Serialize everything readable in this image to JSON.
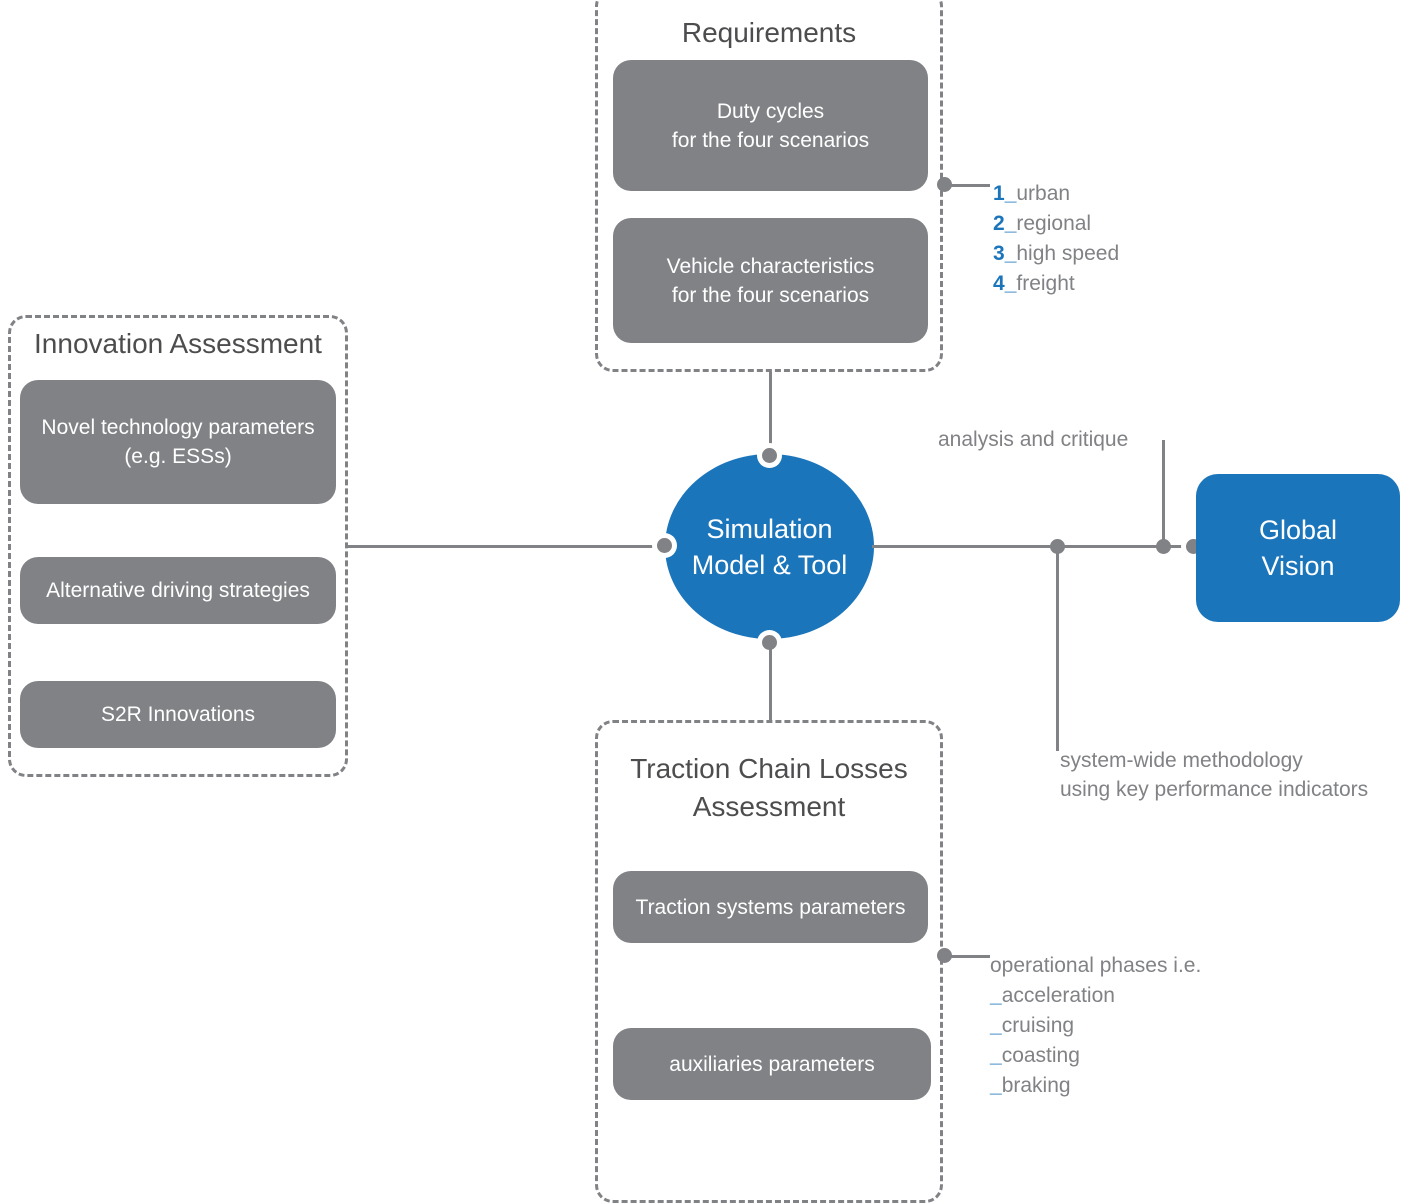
{
  "diagram": {
    "title_text_color": "#4d4d4f",
    "accent_blue": "#1b75bb",
    "neutral_gray": "#808285"
  },
  "groups": {
    "requirements": {
      "title": "Requirements",
      "items": [
        {
          "label": "Duty cycles\nfor the four scenarios"
        },
        {
          "label": "Vehicle characteristics\nfor the four scenarios"
        }
      ]
    },
    "innovation": {
      "title": "Innovation Assessment",
      "items": [
        {
          "label": "Novel technology parameters\n(e.g. ESSs)"
        },
        {
          "label": "Alternative driving strategies"
        },
        {
          "label": "S2R Innovations"
        }
      ]
    },
    "traction": {
      "title": "Traction Chain Losses\nAssessment",
      "items": [
        {
          "label": "Traction systems parameters"
        },
        {
          "label": "auxiliaries parameters"
        }
      ]
    }
  },
  "nodes": {
    "center": {
      "label": "Simulation\nModel & Tool"
    },
    "output": {
      "label": "Global\nVision"
    }
  },
  "annotations": {
    "analysis": "analysis and critique",
    "methodology": "system-wide methodology\nusing key performance indicators",
    "scenarios": {
      "heading": null,
      "items": [
        {
          "num": "1",
          "sep": "_",
          "text": "urban"
        },
        {
          "num": "2",
          "sep": "_",
          "text": "regional"
        },
        {
          "num": "3",
          "sep": "_",
          "text": "high speed"
        },
        {
          "num": "4",
          "sep": "_",
          "text": "freight"
        }
      ]
    },
    "phases": {
      "heading": "operational phases i.e.",
      "items": [
        {
          "sep": "_",
          "text": "acceleration"
        },
        {
          "sep": "_",
          "text": "cruising"
        },
        {
          "sep": "_",
          "text": "coasting"
        },
        {
          "sep": "_",
          "text": "braking"
        }
      ]
    }
  }
}
